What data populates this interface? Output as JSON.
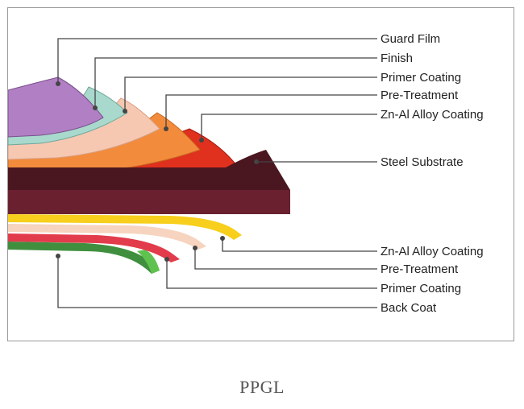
{
  "diagram": {
    "colors": {
      "guard_film": "#b07fc4",
      "guard_film_edge": "#7a4f8c",
      "finish": "#a8d9cc",
      "finish_edge": "#6fa79b",
      "primer_top": "#f6c8b2",
      "primer_top_edge": "#d89f86",
      "pretreat_top": "#f28c3c",
      "pretreat_top_edge": "#c6651d",
      "znal_top": "#e0301e",
      "znal_top_edge": "#a61b10",
      "steel": "#4a1620",
      "steel_side": "#6b2030",
      "znal_bottom": "#f7cf1c",
      "pretreat_bottom": "#f6d4bf",
      "primer_bottom": "#e23c4c",
      "back_coat": "#3f8f3f",
      "back_coat_light": "#5fc24f",
      "leader": "#444444"
    },
    "labels_top": [
      "Guard Film",
      "Finish",
      "Primer Coating",
      "Pre-Treatment",
      "Zn-Al Alloy Coating"
    ],
    "label_middle": "Steel Substrate",
    "labels_bottom": [
      "Zn-Al Alloy Coating",
      "Pre-Treatment",
      "Primer Coating",
      "Back Coat"
    ]
  },
  "caption": "PPGL"
}
